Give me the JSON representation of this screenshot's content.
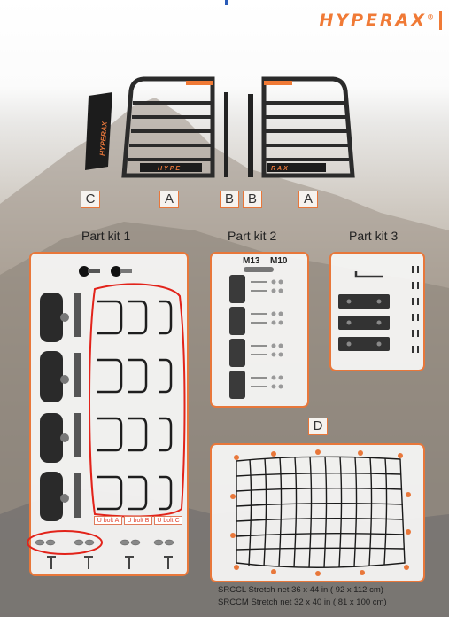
{
  "brand": {
    "name": "HYPERAX",
    "mark": "®",
    "accent_color": "#f07a36"
  },
  "main_parts": {
    "labels": [
      "C",
      "A",
      "B",
      "B",
      "A"
    ],
    "c_bar_text": "HYPERAX",
    "left_panel_text": "HYPE",
    "right_panel_text": "RAX"
  },
  "part_kits": [
    {
      "title": "Part kit 1",
      "ubolt_labels": [
        "U bolt A",
        "U bolt B",
        "U bolt C"
      ]
    },
    {
      "title": "Part kit 2",
      "bolt_sizes": [
        "M13",
        "M10"
      ]
    },
    {
      "title": "Part kit 3"
    }
  ],
  "net_section": {
    "label": "D",
    "lines": [
      "SRCCL  Stretch net  36 x 44 in ( 92 x 112 cm)",
      "SRCCM Stretch net  32 x 40 in ( 81 x 100 cm)"
    ]
  },
  "colors": {
    "panel_border": "#e8773a",
    "annotation_red": "#e2231a",
    "frame_dark": "#2b2b2b"
  }
}
